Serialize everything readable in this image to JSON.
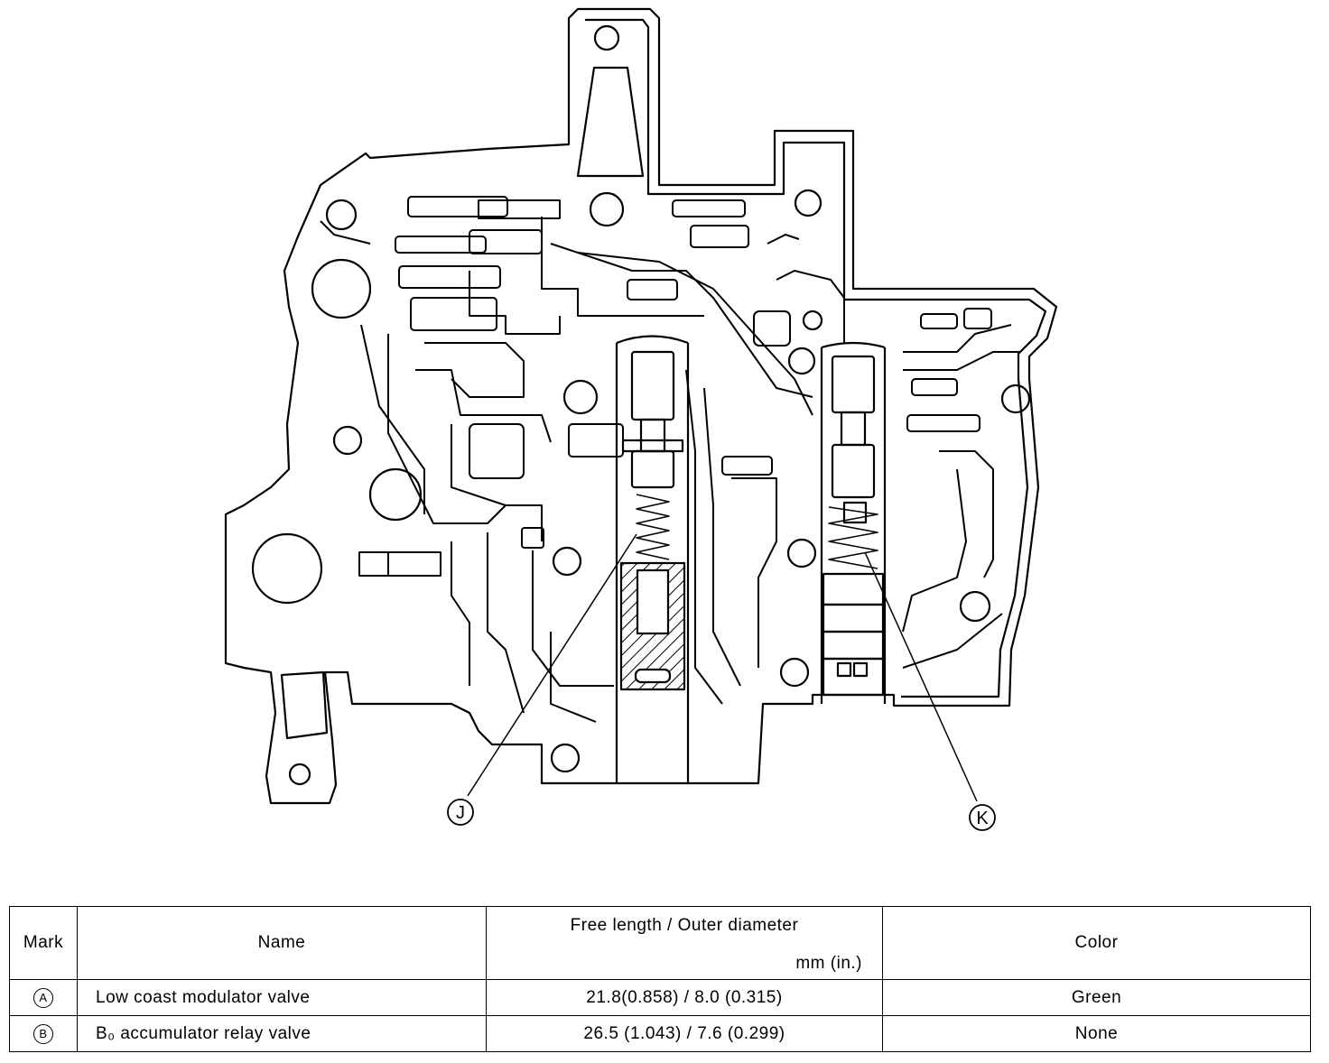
{
  "callouts": {
    "j": "J",
    "k": "K"
  },
  "table": {
    "headers": {
      "mark": "Mark",
      "name": "Name",
      "free_length_line1": "Free length / Outer diameter",
      "free_length_line2": "mm (in.)",
      "color": "Color"
    },
    "rows": [
      {
        "mark": "A",
        "name": "Low coast modulator valve",
        "free_length": "21.8(0.858) / 8.0 (0.315)",
        "color": "Green"
      },
      {
        "mark": "B",
        "name": "B₀ accumulator relay valve",
        "free_length": "26.5 (1.043) / 7.6 (0.299)",
        "color": "None"
      }
    ]
  }
}
